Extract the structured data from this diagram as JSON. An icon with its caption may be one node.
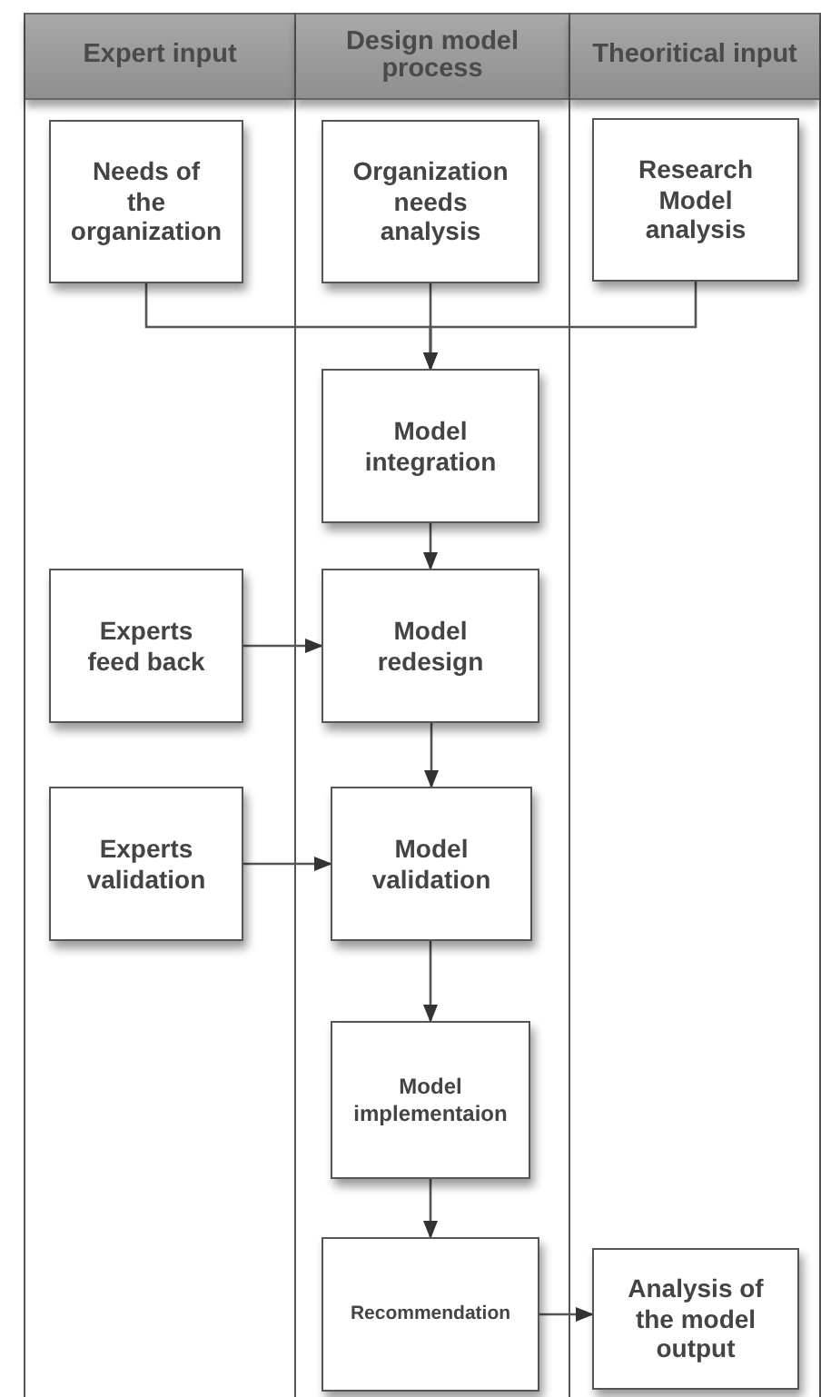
{
  "diagram": {
    "nodes": [
      {
        "text": [
          "Expert input"
        ]
      },
      {
        "text": [
          "Design model process"
        ]
      },
      {
        "text": [
          "Theoritical input"
        ]
      },
      {
        "text": [
          "Needs of the organization"
        ],
        "in": 0
      },
      {
        "text": [
          "Organization needs analysis"
        ],
        "in": 1
      },
      {
        "text": [
          "Research Model analysis"
        ],
        "in": 2
      },
      {
        "text": [
          "Model integration"
        ],
        "in": 1
      },
      {
        "text": [
          "Experts feed back"
        ],
        "in": 0
      },
      {
        "text": [
          "Model redesign"
        ],
        "in": 1
      },
      {
        "text": [
          "Experts validation"
        ],
        "in": 0
      },
      {
        "text": [
          "Model validation"
        ],
        "in": 1
      },
      {
        "text": [
          "Model implementaion"
        ],
        "in": 1
      },
      {
        "text": [
          "Recommendation"
        ],
        "in": 1
      },
      {
        "text": [
          "Analysis of the model output"
        ],
        "in": 2
      }
    ],
    "edges": [
      {
        "from": 3,
        "to": 6,
        "arrow": "to"
      },
      {
        "from": 4,
        "to": 6,
        "arrow": "to"
      },
      {
        "from": 5,
        "to": 6,
        "arrow": "to"
      },
      {
        "from": 6,
        "to": 8,
        "arrow": "to"
      },
      {
        "from": 7,
        "to": 8,
        "arrow": "to"
      },
      {
        "from": 8,
        "to": 10,
        "arrow": "to"
      },
      {
        "from": 9,
        "to": 10,
        "arrow": "to"
      },
      {
        "from": 10,
        "to": 11,
        "arrow": "to"
      },
      {
        "from": 11,
        "to": 12,
        "arrow": "to"
      },
      {
        "from": 12,
        "to": 13,
        "arrow": "to"
      }
    ]
  }
}
